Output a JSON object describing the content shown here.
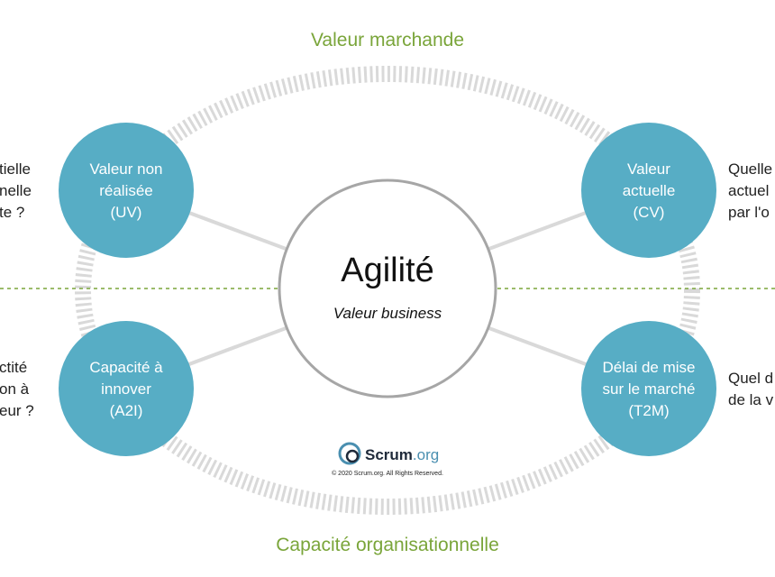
{
  "top_label": "Valeur marchande",
  "bottom_label": "Capacité organisationnelle",
  "center": {
    "title": "Agilité",
    "subtitle": "Valeur business"
  },
  "circles": {
    "uv": "Valeur non\nréalisée\n(UV)",
    "cv": "Valeur\nactuelle\n(CV)",
    "a2i": "Capacité à\ninnover\n(A2I)",
    "t2m": "Délai de mise\nsur le marché\n(T2M)"
  },
  "side_text": {
    "left_top": "tielle\nnelle\nte ?",
    "left_bottom": "ctité\non à\neur ?",
    "right_top": "Quelle\nactuel\npar l'o",
    "right_bottom": "Quel d\nde la v"
  },
  "logo": {
    "brand": "Scrum",
    "suffix": ".org",
    "copyright": "© 2020 Scrum.org. All Rights Reserved."
  },
  "colors": {
    "accent_green": "#7aa53a",
    "circle_blue": "#57adc5",
    "ring_gray": "#d9d9d9",
    "center_border": "#a6a6a6"
  }
}
